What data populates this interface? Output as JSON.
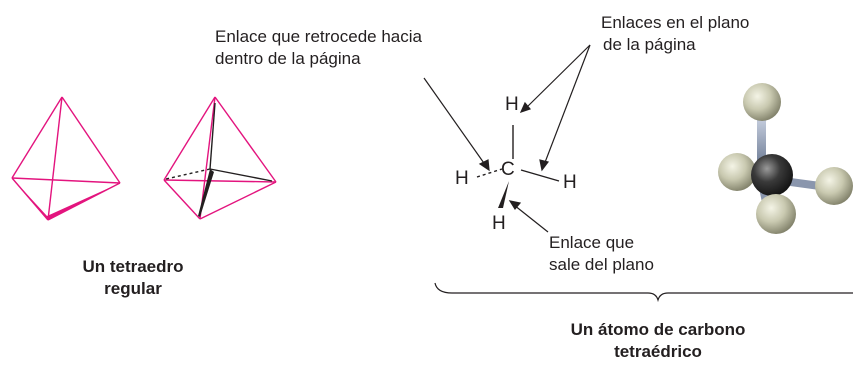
{
  "colors": {
    "tetra_line": "#e3147e",
    "text": "#231f20",
    "carbon": "#3a3a3a",
    "hydrogen": "#c9c9b0"
  },
  "tetrahedron": {
    "caption_line1": "Un tetraedro",
    "caption_line2": "regular"
  },
  "molecule": {
    "atoms": {
      "h_top": "H",
      "h_left": "H",
      "c": "C",
      "h_right": "H",
      "h_bottom": "H"
    },
    "label_back": [
      "Enlace que retrocede hacia",
      "dentro de la página"
    ],
    "label_plane": [
      "Enlaces en el plano",
      "de la página"
    ],
    "label_out": [
      "Enlace que",
      "sale del plano"
    ],
    "caption_line1": "Un átomo de carbono",
    "caption_line2": "tetraédrico"
  }
}
